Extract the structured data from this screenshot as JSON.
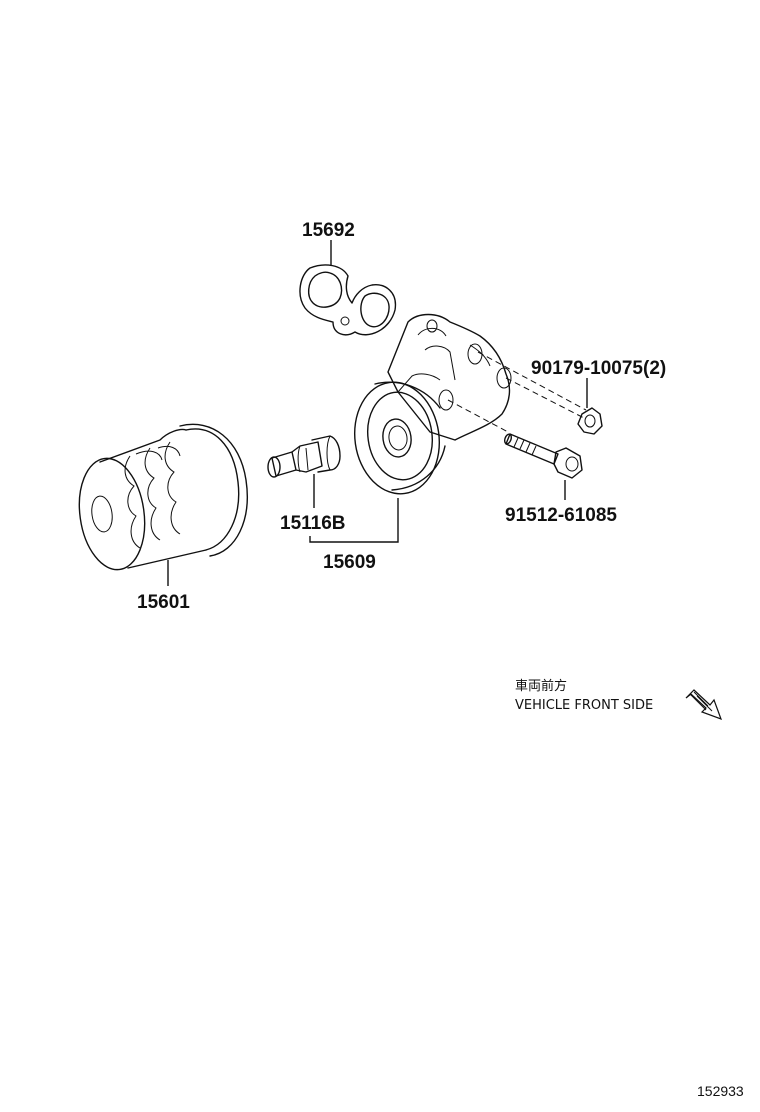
{
  "parts": {
    "p15692": "15692",
    "p90179": "90179-10075(2)",
    "p91512": "91512-61085",
    "p15116b": "15116B",
    "p15609": "15609",
    "p15601": "15601"
  },
  "direction": {
    "label_jp": "車両前方",
    "label_en": "VEHICLE FRONT SIDE",
    "icon": "direction-arrow-icon"
  },
  "figure_id": "152933"
}
